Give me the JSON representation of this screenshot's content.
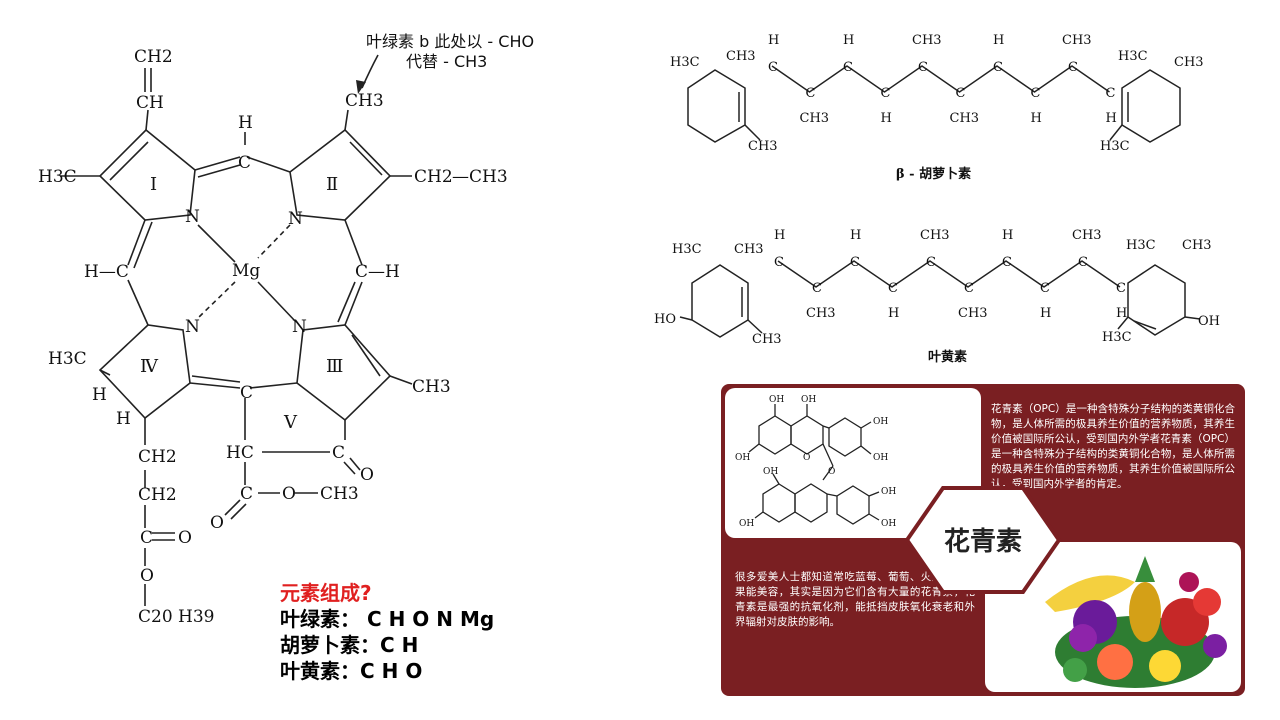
{
  "chlorophyll": {
    "note_line1": "叶绿素 b 此处以 - CHO",
    "note_line2": "代替 - CH3",
    "labels": {
      "ch2_top": "CH2",
      "ch_top": "CH",
      "h3c_left": "H3C",
      "h_top": "H",
      "c_top": "C",
      "ch3_top": "CH3",
      "ch2_right": "CH2",
      "ch3_right": "—CH3",
      "n1": "N",
      "n2": "N",
      "n3": "N",
      "n4": "N",
      "mg": "Mg",
      "hc_left": "H—C",
      "ch_right": "C—H",
      "h3c_iv": "H3C",
      "h_iv": "H",
      "h_iv2": "H",
      "c_bottom": "C",
      "ch3_iii": "CH3",
      "hc_v": "HC",
      "c_o": "C",
      "o_ket": "O",
      "ch2_a": "CH2",
      "ch2_b": "CH2",
      "c_ester": "C",
      "o_ester": "O",
      "o_single": "O",
      "c20": "C20 H39",
      "c_me": "C",
      "o_me": "O",
      "o_me2": "O",
      "ch3_me": "CH3"
    },
    "ring_labels": [
      "Ⅰ",
      "Ⅱ",
      "Ⅲ",
      "Ⅳ",
      "Ⅴ"
    ]
  },
  "elements": {
    "question": "元素组成?",
    "rows": [
      "叶绿素： C H O N Mg",
      "胡萝卜素：C H",
      "叶黄素：C H O"
    ]
  },
  "carotenoids": {
    "beta_caption": "β - 胡萝卜素",
    "lutein_caption": "叶黄素",
    "h3c": "H3C",
    "ch3": "CH3",
    "ho": "HO",
    "oh": "OH",
    "h": "H",
    "c": "C"
  },
  "anthocyanin": {
    "title": "花青素",
    "para_top": "花青素（OPC）是一种含特殊分子结构的类黄铜化合物，是人体所需的极具养生价值的营养物质，其养生价值被国际所公认，受到国内外学者花青素（OPC）是一种含特殊分子结构的类黄铜化合物，是人体所需的极具养生价值的营养物质，其养生价值被国际所公认，受到国内外学者的肯定。",
    "para_bottom": "很多爱美人士都知道常吃蓝莓、葡萄、火龙果等水果能美容，其实是因为它们含有大量的花青素，花青素是最强的抗氧化剂，能抵挡皮肤氧化衰老和外界辐射对皮肤的影响。",
    "oh": "OH",
    "o": "O",
    "colors": {
      "card": "#7a1f22",
      "tile": "#ffffff"
    }
  }
}
